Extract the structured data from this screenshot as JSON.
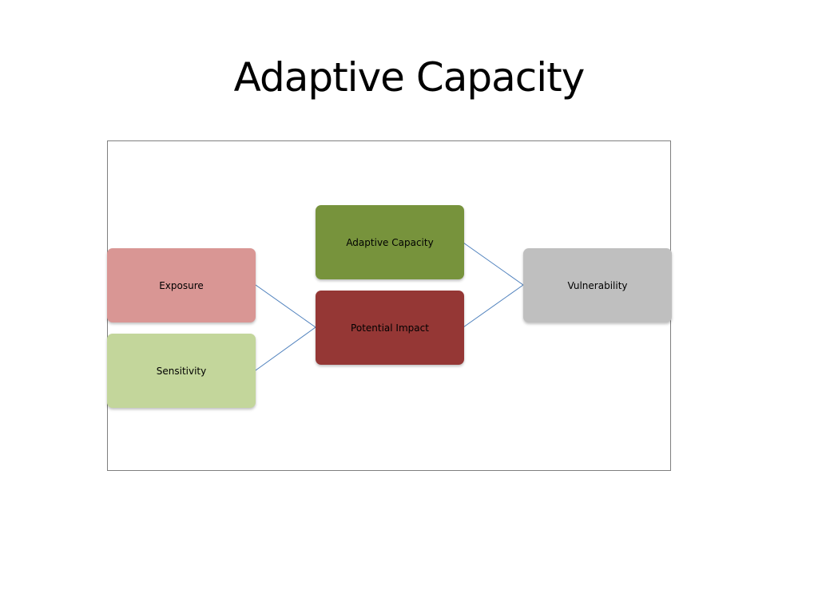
{
  "title": "Adaptive Capacity",
  "nodes": {
    "exposure": {
      "label": "Exposure",
      "color": "#d99694"
    },
    "sensitivity": {
      "label": "Sensitivity",
      "color": "#c3d69b"
    },
    "adaptive_capacity": {
      "label": "Adaptive Capacity",
      "color": "#77933c"
    },
    "potential_impact": {
      "label": "Potential Impact",
      "color": "#953735"
    },
    "vulnerability": {
      "label": "Vulnerability",
      "color": "#bfbfbf"
    }
  },
  "connector_color": "#4f81bd"
}
